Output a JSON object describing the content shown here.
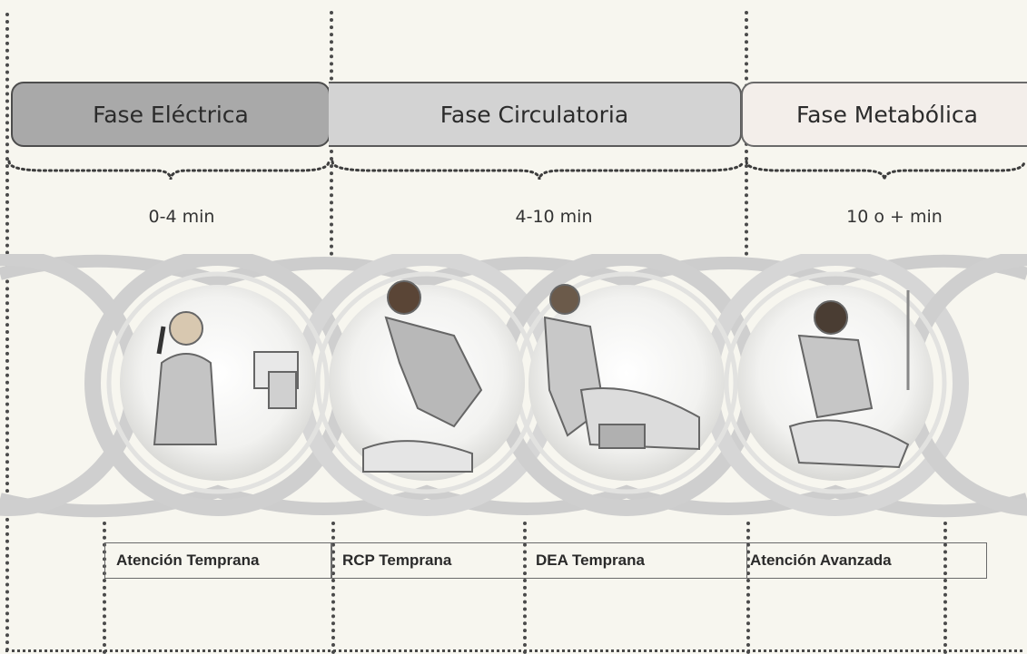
{
  "phases": [
    {
      "label": "Fase Eléctrica"
    },
    {
      "label": "Fase Circulatoria"
    },
    {
      "label": "Fase Metabólica"
    }
  ],
  "times": [
    "0-4 min",
    "4-10 min",
    "10 o + min"
  ],
  "actions": [
    "Atención Temprana",
    "RCP Temprana",
    "DEA Temprana",
    "Atención Avanzada"
  ],
  "illustrations": [
    "phone-call-illustration",
    "cpr-compressions-illustration",
    "defibrillator-illustration",
    "advanced-care-illustration"
  ],
  "colors": {
    "phase_electrica": "#a9a9a9",
    "phase_circulatoria": "#d3d3d3",
    "phase_metabolica": "#f3eeea",
    "chain": "#cfcfcf",
    "background": "#f7f6ef"
  }
}
